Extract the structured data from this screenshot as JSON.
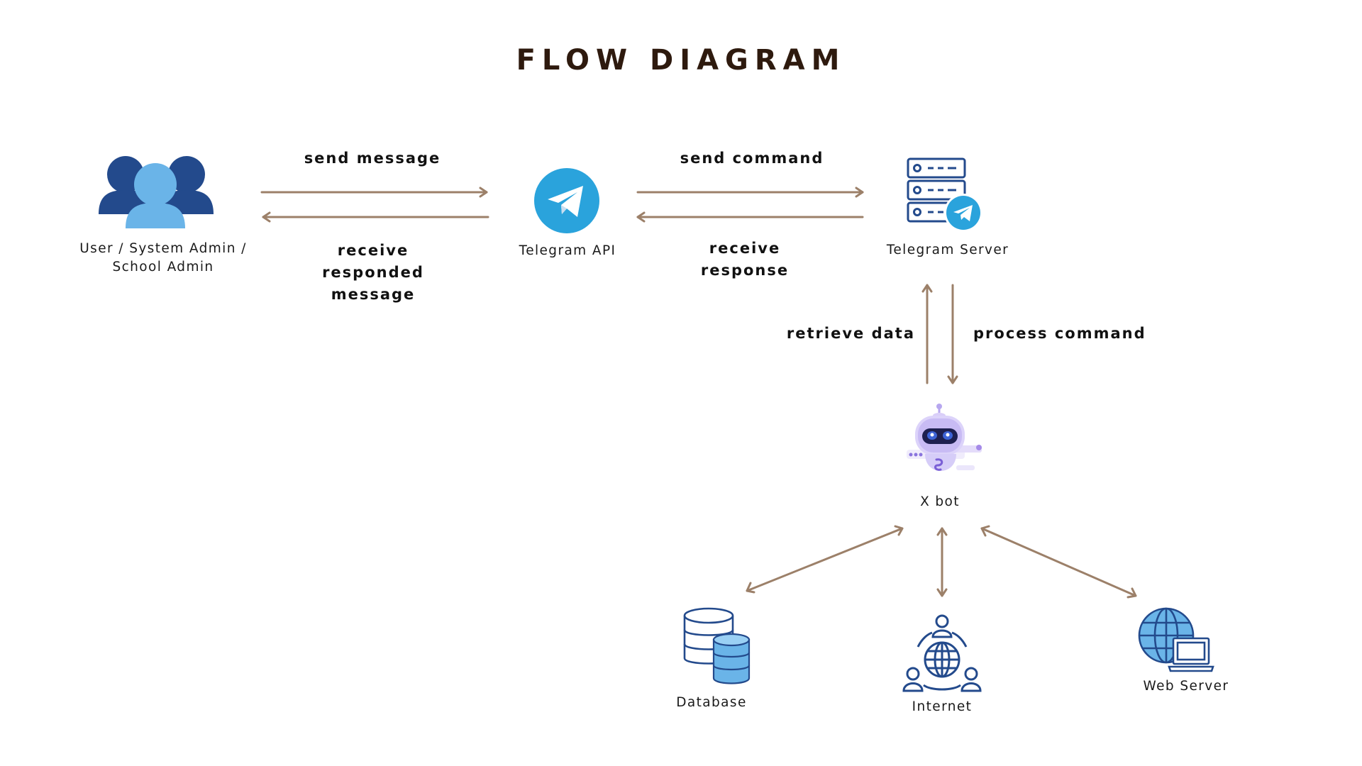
{
  "title": "FLOW DIAGRAM",
  "nodes": {
    "users": "User / System Admin / School Admin",
    "telegram_api": "Telegram API",
    "telegram_server": "Telegram Server",
    "xbot": "X bot",
    "database": "Database",
    "internet": "Internet",
    "web_server": "Web Server"
  },
  "edges": {
    "send_message": "send message",
    "receive_responded_message": "receive responded message",
    "send_command": "send command",
    "receive_response": "receive response",
    "retrieve_data": "retrieve data",
    "process_command": "process command"
  },
  "colors": {
    "arrow": "#9c8069",
    "title": "#2e1a0e",
    "dark_blue": "#234a8c",
    "light_blue": "#6ab4e8",
    "telegram_blue": "#2aa3dc",
    "bot_purple": "#b7a7ef"
  }
}
